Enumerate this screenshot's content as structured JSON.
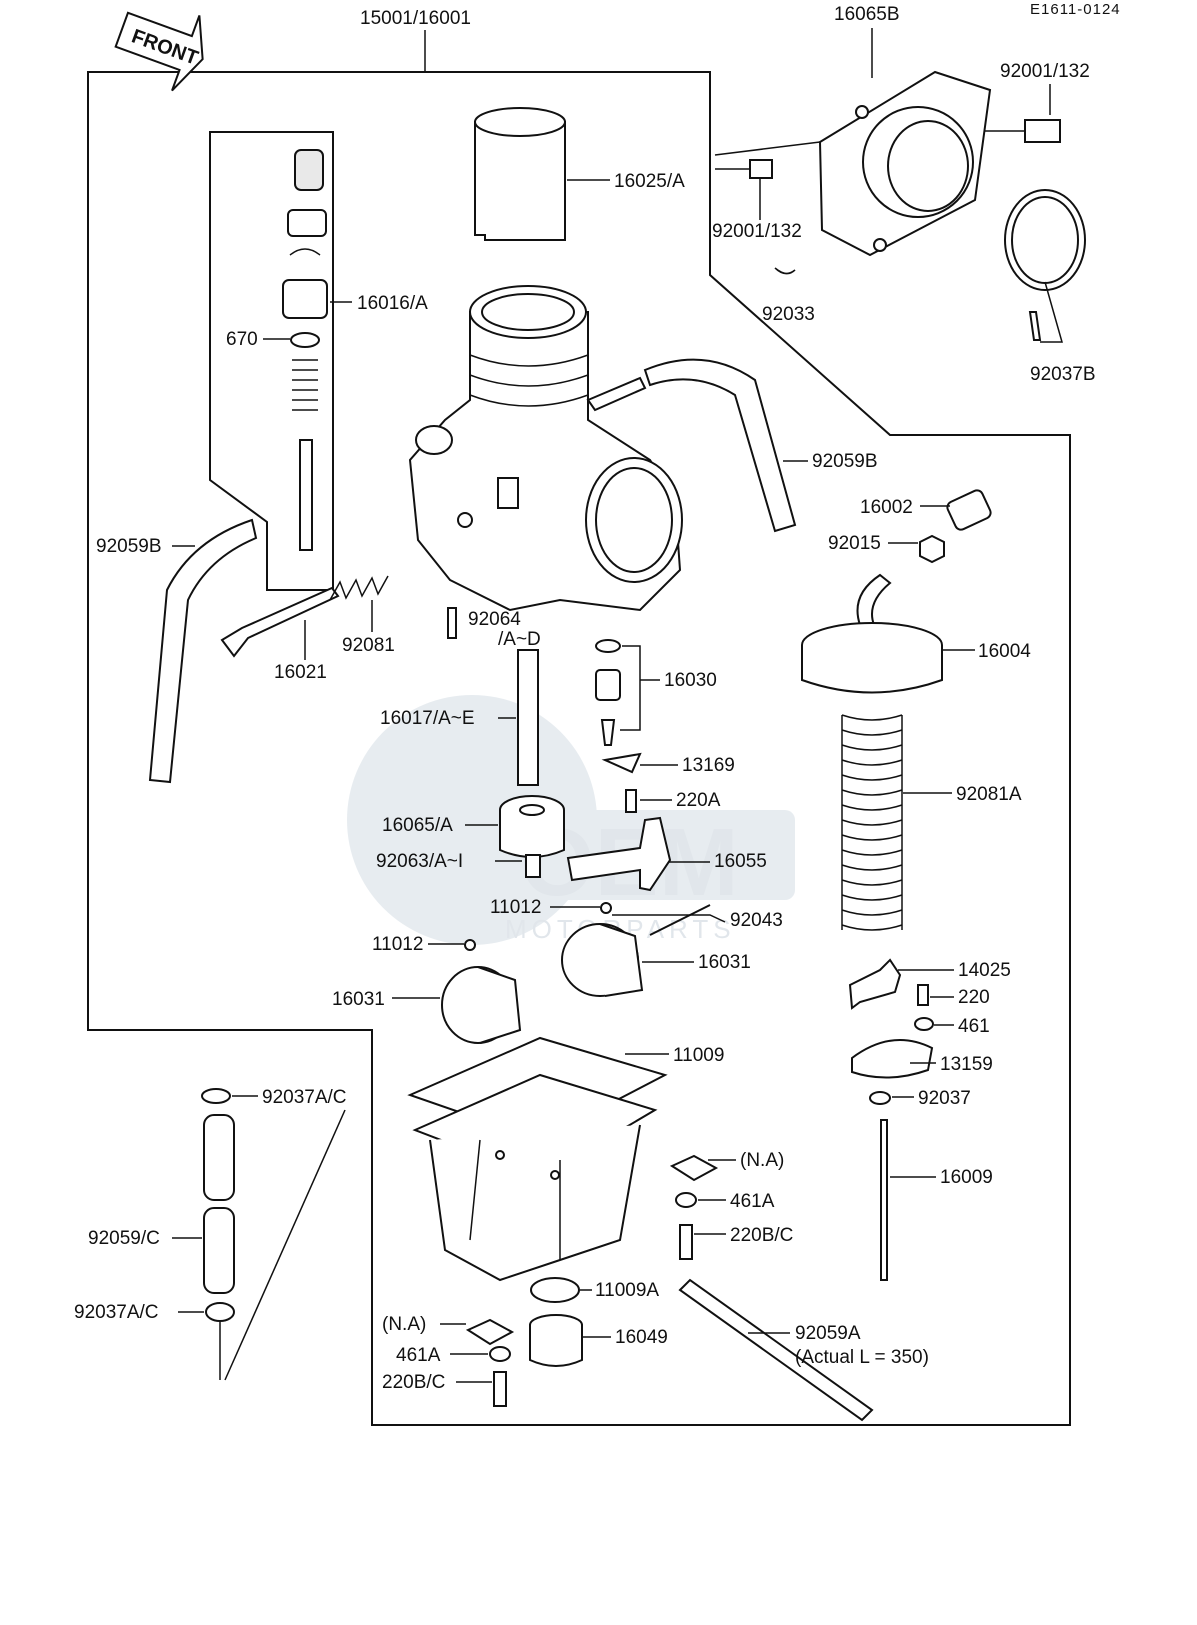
{
  "diagram": {
    "ref_code": "E1611-0124",
    "front_arrow": "FRONT",
    "watermark": {
      "brand": "OEM",
      "sub": "MOTORPARTS"
    },
    "labels": [
      {
        "id": "15001",
        "text": "15001/16001"
      },
      {
        "id": "16065B",
        "text": "16065B"
      },
      {
        "id": "92001a",
        "text": "92001/132"
      },
      {
        "id": "16025",
        "text": "16025/A"
      },
      {
        "id": "92001b",
        "text": "92001/132"
      },
      {
        "id": "92033",
        "text": "92033"
      },
      {
        "id": "92037B",
        "text": "92037B"
      },
      {
        "id": "16016",
        "text": "16016/A"
      },
      {
        "id": "670",
        "text": "670"
      },
      {
        "id": "92059Bl",
        "text": "92059B"
      },
      {
        "id": "92059Br",
        "text": "92059B"
      },
      {
        "id": "16002",
        "text": "16002"
      },
      {
        "id": "92015",
        "text": "92015"
      },
      {
        "id": "92064",
        "text": "92064"
      },
      {
        "id": "16017a",
        "text": "/A~D"
      },
      {
        "id": "92081",
        "text": "92081"
      },
      {
        "id": "16021",
        "text": "16021"
      },
      {
        "id": "16004",
        "text": "16004"
      },
      {
        "id": "16030",
        "text": "16030"
      },
      {
        "id": "16017",
        "text": "16017/A~E"
      },
      {
        "id": "13169",
        "text": "13169"
      },
      {
        "id": "220A",
        "text": "220A"
      },
      {
        "id": "92081A",
        "text": "92081A"
      },
      {
        "id": "16065A",
        "text": "16065/A"
      },
      {
        "id": "16055",
        "text": "16055"
      },
      {
        "id": "92063",
        "text": "92063/A~I"
      },
      {
        "id": "11012a",
        "text": "11012"
      },
      {
        "id": "92043",
        "text": "92043"
      },
      {
        "id": "11012b",
        "text": "11012"
      },
      {
        "id": "16031r",
        "text": "16031"
      },
      {
        "id": "14025",
        "text": "14025"
      },
      {
        "id": "16031l",
        "text": "16031"
      },
      {
        "id": "220",
        "text": "220"
      },
      {
        "id": "461",
        "text": "461"
      },
      {
        "id": "11009",
        "text": "11009"
      },
      {
        "id": "13159",
        "text": "13159"
      },
      {
        "id": "92037AC1",
        "text": "92037A/C"
      },
      {
        "id": "92037",
        "text": "92037"
      },
      {
        "id": "NA1",
        "text": "(N.A)"
      },
      {
        "id": "16009",
        "text": "16009"
      },
      {
        "id": "461A1",
        "text": "461A"
      },
      {
        "id": "92059C",
        "text": "92059/C"
      },
      {
        "id": "220BC1",
        "text": "220B/C"
      },
      {
        "id": "11009A",
        "text": "11009A"
      },
      {
        "id": "92037AC2",
        "text": "92037A/C"
      },
      {
        "id": "92059A",
        "text": "92059A"
      },
      {
        "id": "actual",
        "text": "(Actual L = 350)"
      },
      {
        "id": "NA2",
        "text": "(N.A)"
      },
      {
        "id": "16049",
        "text": "16049"
      },
      {
        "id": "461A2",
        "text": "461A"
      },
      {
        "id": "220BC2",
        "text": "220B/C"
      }
    ]
  }
}
